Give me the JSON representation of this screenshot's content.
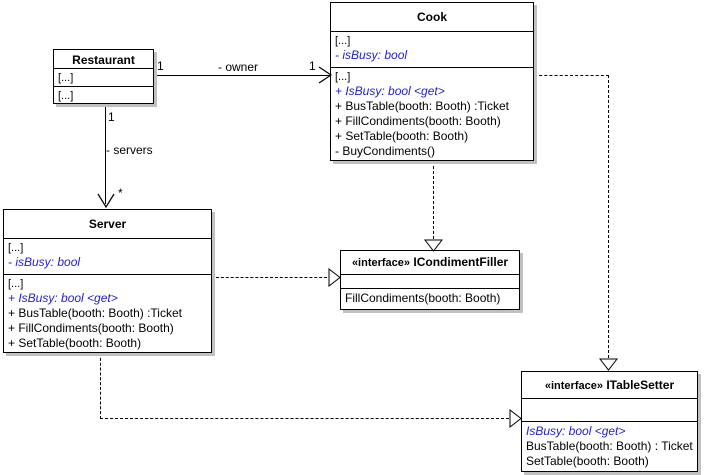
{
  "diagram": {
    "title": "Restaurant UML class diagram",
    "type": "uml-class-diagram",
    "colors": {
      "background": "#ffffff",
      "border": "#000000",
      "shadow": "#c0c0c0",
      "member_text": "#000000",
      "abstract_text": "#2222cc"
    }
  },
  "classes": {
    "restaurant": {
      "name": "Restaurant",
      "compartment1": [
        "[...]"
      ],
      "compartment2": [
        "[...]"
      ]
    },
    "cook": {
      "name": "Cook",
      "attributes": [
        "[...]",
        "-  isBusy: bool"
      ],
      "operations": [
        "[...]",
        "+ IsBusy: bool <get>",
        "+ BusTable(booth: Booth) :Ticket",
        "+ FillCondiments(booth: Booth)",
        "+ SetTable(booth: Booth)",
        "-  BuyCondiments()"
      ]
    },
    "server": {
      "name": "Server",
      "attributes": [
        "[...]",
        "-  isBusy: bool"
      ],
      "operations": [
        "[...]",
        "+ IsBusy: bool <get>",
        "+ BusTable(booth: Booth) :Ticket",
        "+ FillCondiments(booth: Booth)",
        "+ SetTable(booth: Booth)"
      ]
    }
  },
  "interfaces": {
    "condiment_filler": {
      "stereotype": "«interface»",
      "name": "ICondimentFiller",
      "attributes": [],
      "operations": [
        "FillCondiments(booth: Booth)"
      ]
    },
    "table_setter": {
      "stereotype": "«interface»",
      "name": "ITableSetter",
      "attributes": [],
      "operations": [
        "IsBusy: bool <get>",
        "BusTable(booth: Booth) : Ticket",
        "SetTable(booth: Booth)"
      ]
    }
  },
  "relationships": {
    "owner": {
      "label": "- owner",
      "source_multiplicity": "1",
      "target_multiplicity": "1",
      "kind": "association"
    },
    "servers": {
      "label": "- servers",
      "source_multiplicity": "1",
      "target_multiplicity": "*",
      "kind": "association"
    },
    "server_condiment_filler": {
      "kind": "realization"
    },
    "cook_condiment_filler": {
      "kind": "realization"
    },
    "cook_table_setter": {
      "kind": "realization"
    },
    "server_table_setter": {
      "kind": "realization"
    }
  }
}
